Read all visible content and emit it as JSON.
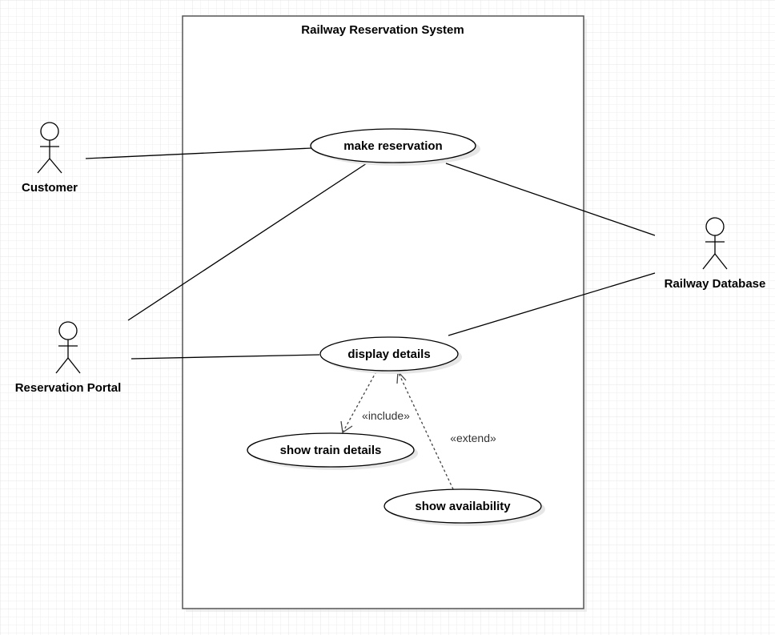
{
  "colors": {
    "grid": "#eeeeee",
    "stroke": "#000000",
    "shadow": "#e6e6e6",
    "dashed": "#444444"
  },
  "system": {
    "title": "Railway Reservation System"
  },
  "actors": {
    "customer": {
      "label": "Customer"
    },
    "portal": {
      "label": "Reservation Portal"
    },
    "database": {
      "label": "Railway Database"
    }
  },
  "use_cases": {
    "make_reservation": {
      "label": "make reservation"
    },
    "display_details": {
      "label": "display details"
    },
    "show_train_details": {
      "label": "show train details"
    },
    "show_availability": {
      "label": "show availability"
    }
  },
  "relations": {
    "include": {
      "label": "«include»"
    },
    "extend": {
      "label": "«extend»"
    }
  }
}
